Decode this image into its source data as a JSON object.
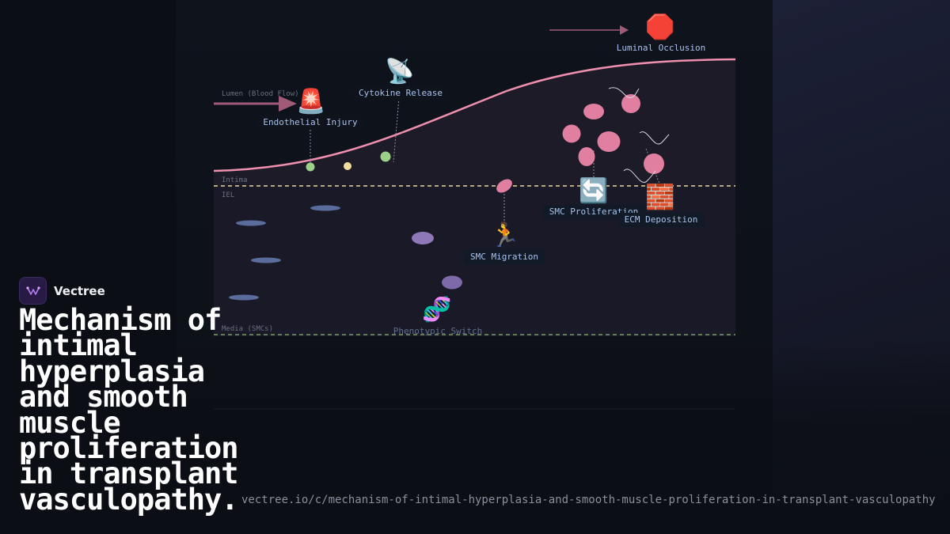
{
  "brand": {
    "name": "Vectree"
  },
  "title": "Mechanism of intimal hyperplasia and smooth muscle proliferation in transplant vasculopathy.",
  "url": "vectree.io/c/mechanism-of-intimal-hyperplasia-and-smooth-muscle-proliferation-in-transplant-vasculopathy",
  "diagram": {
    "layers": {
      "lumen": "Lumen (Blood Flow)",
      "intima": "Intima",
      "iel": "IEL",
      "media": "Media (SMCs)"
    },
    "steps": [
      {
        "label": "Endothelial Injury",
        "icon": "siren-icon",
        "glyph": "🚨"
      },
      {
        "label": "Cytokine Release",
        "icon": "satellite-antenna-icon",
        "glyph": "📡"
      },
      {
        "label": "SMC Migration",
        "icon": "running-person-icon",
        "glyph": "🏃"
      },
      {
        "label": "Phenotypic Switch",
        "icon": "dna-icon",
        "glyph": "🧬"
      },
      {
        "label": "SMC Proliferation",
        "icon": "cycle-arrows-icon",
        "glyph": "🔄"
      },
      {
        "label": "ECM Deposition",
        "icon": "brick-wall-icon",
        "glyph": "🧱"
      },
      {
        "label": "Luminal Occlusion",
        "icon": "stop-sign-icon",
        "glyph": "🛑"
      }
    ],
    "colors": {
      "intima_line": "#ef8fae",
      "smc": "#e07fa0",
      "iel_line": "#e8d9a0",
      "media_line": "#7a9a6a",
      "lumen_arrow": "#a05a78"
    }
  }
}
